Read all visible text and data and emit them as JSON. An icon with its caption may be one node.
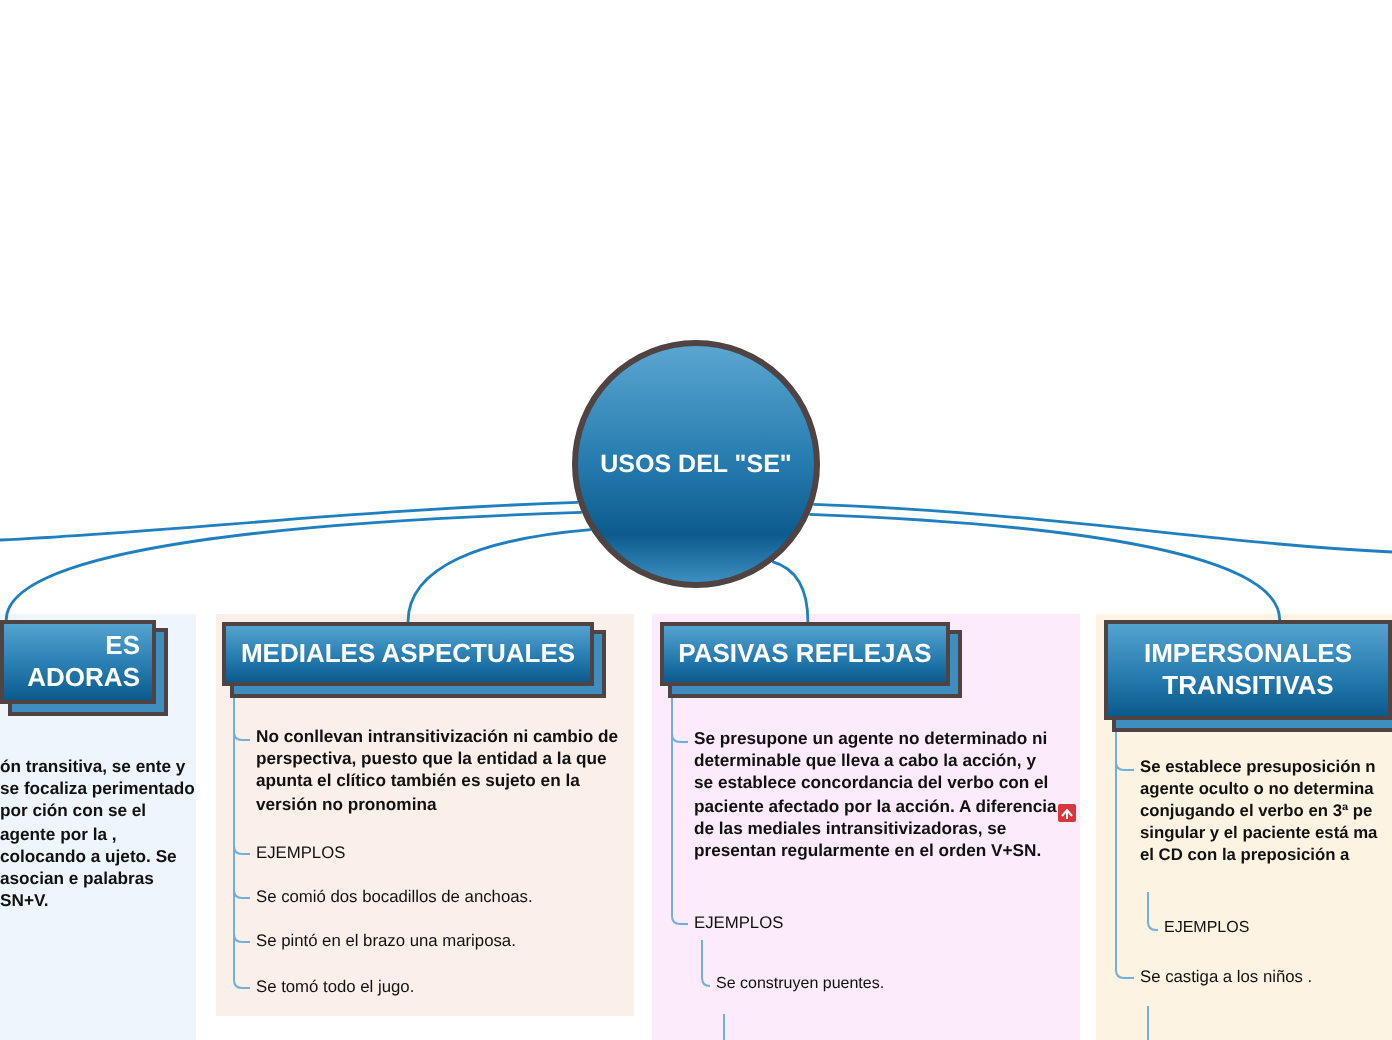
{
  "diagram": {
    "nodes": [
      {
        "text": [
          "USOS DEL \"SE\""
        ]
      },
      {
        "text": [
          "ES ADORAS"
        ]
      },
      {
        "text": [
          "ón transitiva, se ente y se focaliza perimentado por ción con se el agente por la , colocando a ujeto. Se asocian e palabras SN+V."
        ]
      },
      {
        "text": [
          "MEDIALES ASPECTUALES"
        ]
      },
      {
        "text": [
          "No conllevan intransitivización ni cambio de perspectiva, puesto que la entidad a la que apunta el clítico también es sujeto en la versión no pronomina"
        ]
      },
      {
        "text": [
          "EJEMPLOS"
        ]
      },
      {
        "text": [
          "Se comió dos bocadillos de anchoas."
        ]
      },
      {
        "text": [
          "Se pintó en el brazo una mariposa."
        ]
      },
      {
        "text": [
          "Se tomó todo el jugo."
        ]
      },
      {
        "text": [
          "PASIVAS REFLEJAS"
        ]
      },
      {
        "text": [
          "Se presupone un agente no determinado ni determinable que lleva a cabo la acción, y se establece concordancia del verbo con el paciente afectado por la acción. A diferencia de las mediales intransitivizadoras, se presentan regularmente en el orden V+SN."
        ]
      },
      {
        "text": [
          "EJEMPLOS"
        ]
      },
      {
        "text": [
          "Se construyen puentes."
        ]
      },
      {
        "text": [
          "IMPERSONALES TRANSITIVAS"
        ]
      },
      {
        "text": [
          "Se establece presuposición n agente oculto o no determina conjugando el verbo en 3ª pe singular y el paciente está ma el CD con la preposición a"
        ]
      },
      {
        "text": [
          "EJEMPLOS"
        ]
      },
      {
        "text": [
          "Se castiga a los niños ."
        ]
      }
    ],
    "edges": [
      {
        "from": 0,
        "to": 1,
        "arrow": "none"
      },
      {
        "from": 0,
        "to": null,
        "arrow": "none"
      },
      {
        "from": 0,
        "to": 3,
        "arrow": "none"
      },
      {
        "from": 0,
        "to": 9,
        "arrow": "none"
      },
      {
        "from": 0,
        "to": 13,
        "arrow": "none"
      },
      {
        "from": 0,
        "to": null,
        "arrow": "none"
      },
      {
        "from": 3,
        "to": 4,
        "arrow": "none"
      },
      {
        "from": 3,
        "to": 5,
        "arrow": "none"
      },
      {
        "from": 3,
        "to": 6,
        "arrow": "none"
      },
      {
        "from": 3,
        "to": 7,
        "arrow": "none"
      },
      {
        "from": 3,
        "to": 8,
        "arrow": "none"
      },
      {
        "from": 9,
        "to": 10,
        "arrow": "none"
      },
      {
        "from": 9,
        "to": 11,
        "arrow": "none"
      },
      {
        "from": 11,
        "to": 12,
        "arrow": "none"
      },
      {
        "from": 12,
        "to": null,
        "arrow": "none"
      },
      {
        "from": 13,
        "to": 14,
        "arrow": "none"
      },
      {
        "from": 14,
        "to": 15,
        "arrow": "none"
      },
      {
        "from": 13,
        "to": 16,
        "arrow": "none"
      },
      {
        "from": 16,
        "to": null,
        "arrow": "none"
      }
    ]
  }
}
